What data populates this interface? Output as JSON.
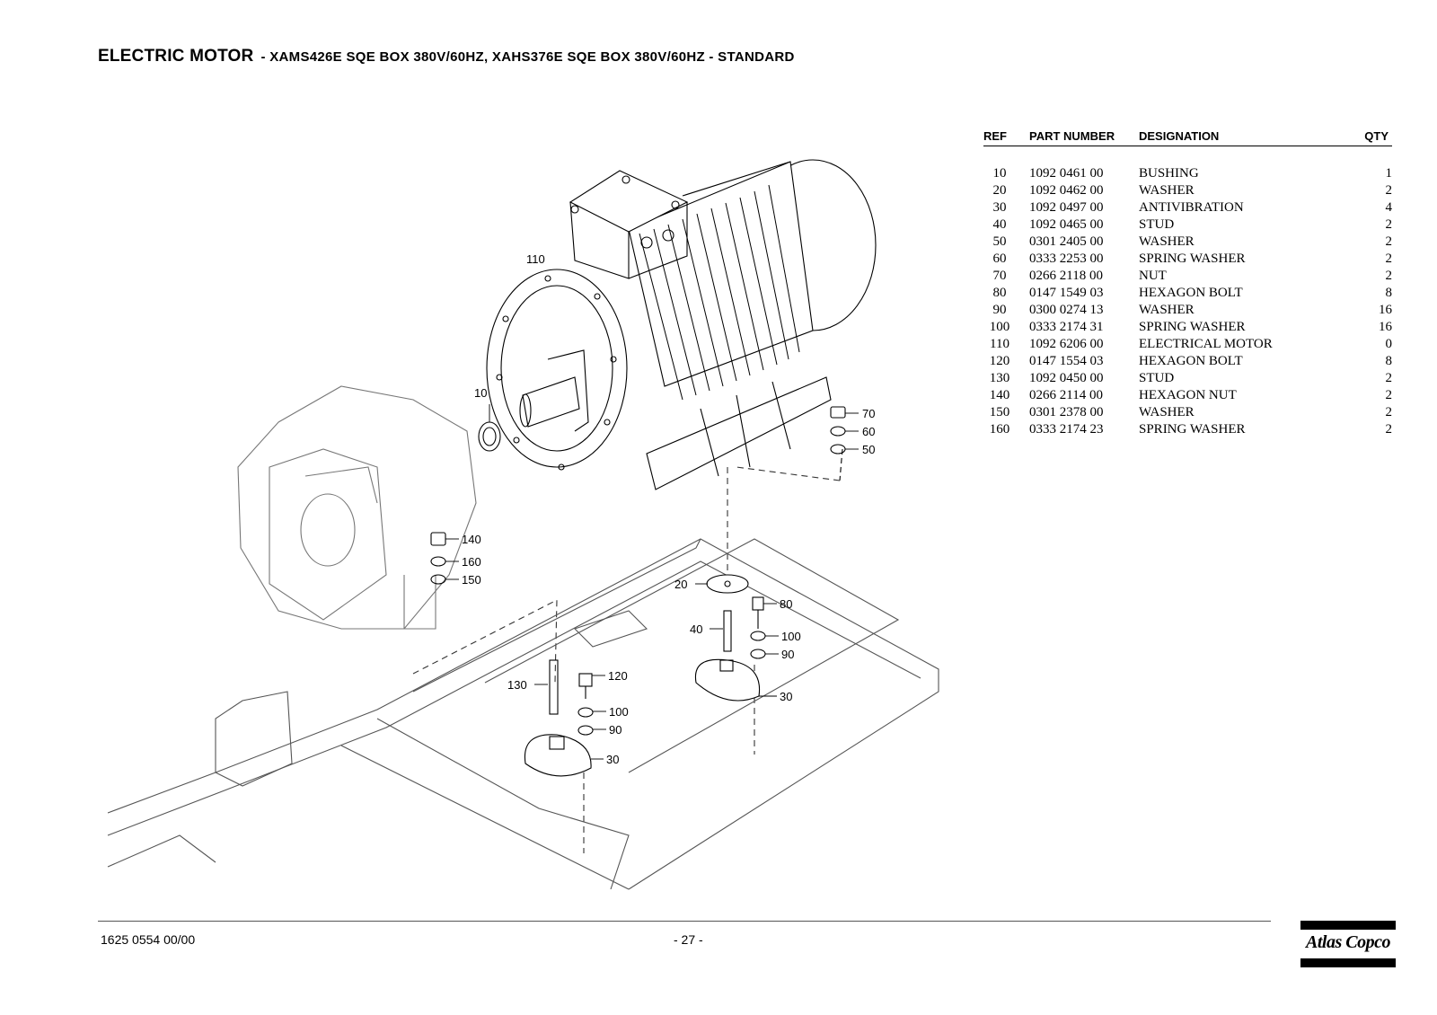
{
  "header": {
    "title": "ELECTRIC MOTOR",
    "subtitle": "- XAMS426E SQE BOX 380V/60HZ, XAHS376E SQE BOX 380V/60HZ - STANDARD"
  },
  "drawing": {
    "callouts": [
      "110",
      "10",
      "70",
      "60",
      "50",
      "140",
      "160",
      "150",
      "20",
      "80",
      "40",
      "100",
      "90",
      "130",
      "120",
      "100",
      "90",
      "30",
      "30"
    ]
  },
  "parts_table": {
    "columns": [
      "REF",
      "PART NUMBER",
      "DESIGNATION",
      "QTY"
    ],
    "rows": [
      {
        "ref": "10",
        "part_number": "1092 0461 00",
        "designation": "BUSHING",
        "qty": "1"
      },
      {
        "ref": "20",
        "part_number": "1092 0462 00",
        "designation": "WASHER",
        "qty": "2"
      },
      {
        "ref": "30",
        "part_number": "1092 0497 00",
        "designation": "ANTIVIBRATION",
        "qty": "4"
      },
      {
        "ref": "40",
        "part_number": "1092 0465 00",
        "designation": "STUD",
        "qty": "2"
      },
      {
        "ref": "50",
        "part_number": "0301 2405 00",
        "designation": "WASHER",
        "qty": "2"
      },
      {
        "ref": "60",
        "part_number": "0333 2253 00",
        "designation": "SPRING WASHER",
        "qty": "2"
      },
      {
        "ref": "70",
        "part_number": "0266 2118 00",
        "designation": "NUT",
        "qty": "2"
      },
      {
        "ref": "80",
        "part_number": "0147 1549 03",
        "designation": "HEXAGON BOLT",
        "qty": "8"
      },
      {
        "ref": "90",
        "part_number": "0300 0274 13",
        "designation": "WASHER",
        "qty": "16"
      },
      {
        "ref": "100",
        "part_number": "0333 2174 31",
        "designation": "SPRING WASHER",
        "qty": "16"
      },
      {
        "ref": "110",
        "part_number": "1092 6206 00",
        "designation": "ELECTRICAL MOTOR",
        "qty": "0"
      },
      {
        "ref": "120",
        "part_number": "0147 1554 03",
        "designation": "HEXAGON BOLT",
        "qty": "8"
      },
      {
        "ref": "130",
        "part_number": "1092 0450 00",
        "designation": "STUD",
        "qty": "2"
      },
      {
        "ref": "140",
        "part_number": "0266 2114 00",
        "designation": "HEXAGON NUT",
        "qty": "2"
      },
      {
        "ref": "150",
        "part_number": "0301 2378 00",
        "designation": "WASHER",
        "qty": "2"
      },
      {
        "ref": "160",
        "part_number": "0333 2174 23",
        "designation": "SPRING WASHER",
        "qty": "2"
      }
    ]
  },
  "footer": {
    "doc_number": "1625 0554 00/00",
    "page": "- 27 -",
    "logo_text": "Atlas Copco"
  }
}
